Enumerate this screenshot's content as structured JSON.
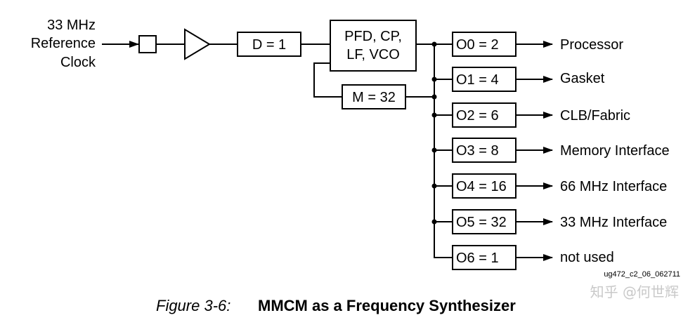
{
  "input": {
    "label_lines": [
      "33 MHz",
      "Reference",
      "Clock"
    ]
  },
  "blocks": {
    "divider_d": "D = 1",
    "pll_core_lines": [
      "PFD, CP,",
      "LF, VCO"
    ],
    "multiplier_m": "M = 32"
  },
  "outputs": [
    {
      "divider": "O0 = 2",
      "target": "Processor"
    },
    {
      "divider": "O1 = 4",
      "target": "Gasket"
    },
    {
      "divider": "O2 = 6",
      "target": "CLB/Fabric"
    },
    {
      "divider": "O3 = 8",
      "target": "Memory Interface"
    },
    {
      "divider": "O4 = 16",
      "target": "66 MHz Interface"
    },
    {
      "divider": "O5 = 32",
      "target": "33 MHz Interface"
    },
    {
      "divider": "O6 = 1",
      "target": "not used"
    }
  ],
  "figure_id": "ug472_c2_06_062711",
  "watermark": "知乎 @何世辉",
  "caption": {
    "number": "Figure 3-6:",
    "title": "MMCM as a Frequency Synthesizer"
  }
}
